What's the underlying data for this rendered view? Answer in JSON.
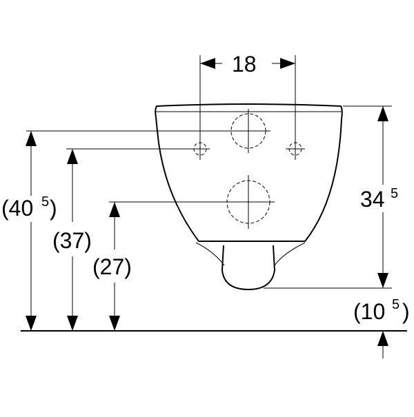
{
  "dimensions": {
    "hole_spacing": {
      "main": "18"
    },
    "bowl_height": {
      "main": "34",
      "sup": "5"
    },
    "outlet_height": {
      "open": "(10",
      "sup": "5",
      "close": ")"
    },
    "top_height": {
      "open": "(40",
      "sup": "5",
      "close": ")"
    },
    "fixing_height": {
      "main": "(37)"
    },
    "inlet_height": {
      "main": "(27)"
    }
  }
}
